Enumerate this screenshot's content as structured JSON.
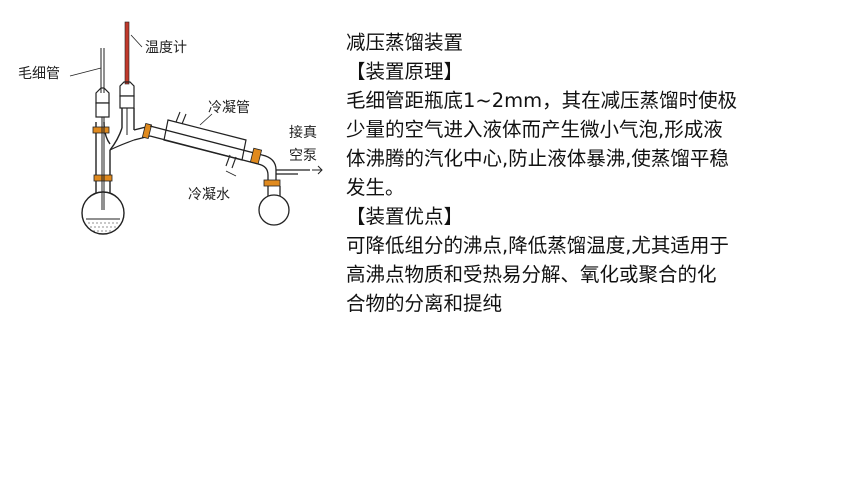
{
  "diagram": {
    "labels": {
      "capillary": "毛细管",
      "thermometer": "温度计",
      "condenser": "冷凝管",
      "vacuum_line1": "接真",
      "vacuum_line2": "空泵",
      "cooling_water": "冷凝水"
    }
  },
  "content": {
    "title": "减压蒸馏装置",
    "principle_heading": "【装置原理】",
    "principle_lines": [
      "毛细管距瓶底1~2mm，其在减压蒸馏时使极",
      "少量的空气进入液体而产生微小气泡,形成液",
      "体沸腾的汽化中心,防止液体暴沸,使蒸馏平稳",
      "发生。"
    ],
    "advantages_heading": "【装置优点】",
    "advantages_lines": [
      "可降低组分的沸点,降低蒸馏温度,尤其适用于",
      "高沸点物质和受热易分解、氧化或聚合的化",
      "合物的分离和提纯"
    ]
  },
  "colors": {
    "thermometer_red": "#c0392b",
    "clamp_orange": "#e08a1e",
    "line": "#222222"
  }
}
